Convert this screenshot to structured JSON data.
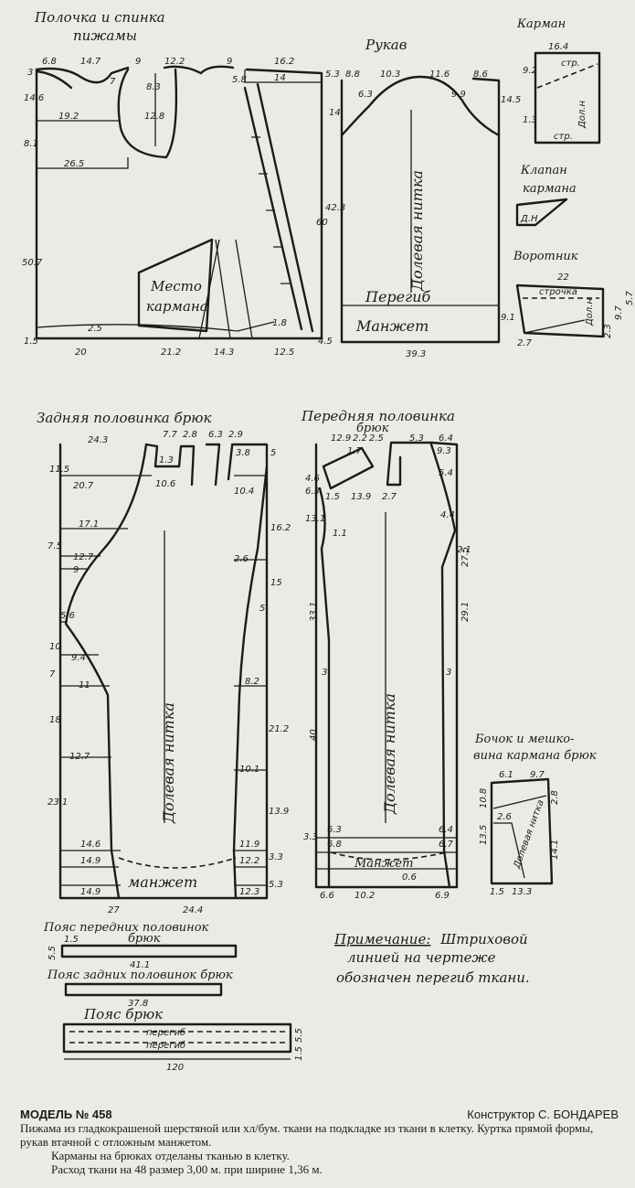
{
  "pieces": {
    "front_back": {
      "title_l1": "Полочка и спинка",
      "title_l2": "пижамы",
      "pocket_place_l1": "Место",
      "pocket_place_l2": "кармана",
      "dims": [
        "6.8",
        "14.7",
        "9",
        "12.2",
        "9",
        "16.2",
        "3",
        "14.6",
        "8.1",
        "19.2",
        "26.5",
        "7",
        "8.3",
        "12.8",
        "5.8",
        "14",
        "5.3",
        "50.7",
        "60",
        "2.5",
        "1.8",
        "1.5",
        "20",
        "21.2",
        "14.3",
        "12.5",
        "4.5"
      ]
    },
    "sleeve": {
      "title": "Рукав",
      "grain": "Долевая нитка",
      "fold": "Перегиб",
      "cuff": "Манжет",
      "dims": [
        "8.8",
        "10.3",
        "11.6",
        "8.6",
        "6.3",
        "9.9",
        "14",
        "14.5",
        "42.3",
        "9.1",
        "39.3"
      ]
    },
    "pocket": {
      "title": "Карман",
      "dims": [
        "16.4",
        "9.2",
        "1.3",
        "стр.",
        "Дол.н",
        "стр."
      ]
    },
    "flap": {
      "title_l1": "Клапан",
      "title_l2": "кармана",
      "grain": "Д.Н"
    },
    "collar": {
      "title": "Воротник",
      "stitch": "строчка",
      "grain": "Дол.н",
      "dims": [
        "22",
        "2.7",
        "2.3",
        "9.7",
        "5.7"
      ]
    },
    "back_trousers": {
      "title": "Задняя половинка брюк",
      "grain": "Долевая нитка",
      "cuff": "манжет",
      "dims": [
        "24.3",
        "7.7",
        "2.8",
        "6.3",
        "2.9",
        "1.3",
        "10.6",
        "3.8",
        "5",
        "11.5",
        "20.7",
        "10.4",
        "17.1",
        "16.2",
        "7.5",
        "12.7",
        "2.6",
        "9",
        "15",
        "5.6",
        "5",
        "9.4",
        "11",
        "8.2",
        "7",
        "10",
        "18",
        "21.2",
        "12.7",
        "10.1",
        "13.9",
        "23.1",
        "14.6",
        "11.9",
        "14.9",
        "12.2",
        "3.3",
        "14.9",
        "12.3",
        "5.3",
        "27",
        "24.4"
      ]
    },
    "front_trousers": {
      "title_l1": "Передняя половинка",
      "title_l2": "брюк",
      "grain": "Долевая нитка",
      "cuff": "Манжет",
      "dims": [
        "12.9",
        "2.2",
        "2.5",
        "5.3",
        "6.4",
        "1.7",
        "9.3",
        "5.4",
        "4.4",
        "4.6",
        "6.3",
        "1.5",
        "13.9",
        "2.7",
        "13.1",
        "1.1",
        "2.1",
        "27.5",
        "33.1",
        "29.1",
        "3",
        "3",
        "40",
        "6.3",
        "6.4",
        "6.8",
        "6.7",
        "6.6",
        "10.2",
        "0.6",
        "6.9",
        "3.3"
      ]
    },
    "pocket_bag": {
      "title_l1": "Бочок и мешко-",
      "title_l2": "вина кармана брюк",
      "grain": "Долевая нитка",
      "dims": [
        "6.1",
        "9.7",
        "10.8",
        "13.5",
        "2.6",
        "2.8",
        "14.1",
        "1.5",
        "13.3"
      ]
    },
    "waist_front": {
      "title_l1": "Пояс передних половинок",
      "title_l2": "брюк",
      "length": "41.1",
      "dims": [
        "1.5",
        "5.5"
      ]
    },
    "waist_back": {
      "title": "Пояс задних половинок брюк",
      "length": "37.8"
    },
    "waist": {
      "title": "Пояс брюк",
      "fold": "перегиб",
      "length": "120",
      "dims": [
        "5.5",
        "1.5"
      ]
    }
  },
  "note": {
    "l1_head": "Примечание:",
    "l1_rest": "Штриховой",
    "l2": "линией на чертеже",
    "l3": "обозначен перегиб ткани."
  },
  "footer": {
    "model": "МОДЕЛЬ № 458",
    "designer": "Конструктор С. БОНДАРЕВ",
    "line1": "Пижама из гладкокрашеной шерстяной или хл/бум. ткани на подкладке из ткани в клетку. Куртка прямой формы, рукав втачной с отложным манжетом.",
    "line2": "Карманы на брюках отделаны тканью в клетку.",
    "line3": "Расход ткани на 48 размер 3,00 м. при ширине 1,36 м."
  }
}
